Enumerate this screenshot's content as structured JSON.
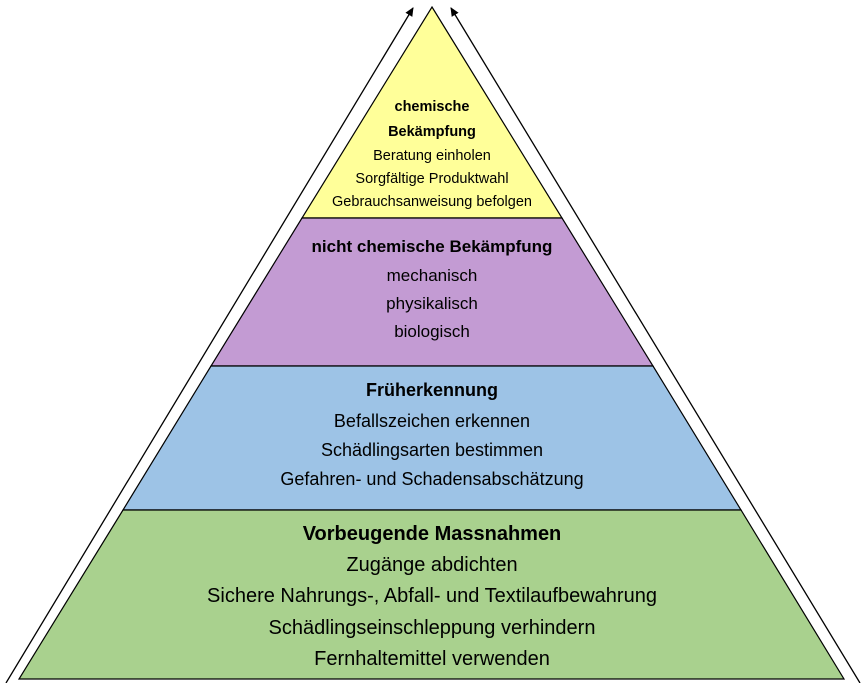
{
  "colors": {
    "top": "#FFFF99",
    "second": "#C39BD3",
    "third": "#9DC3E6",
    "base": "#A9D18E"
  },
  "levels": [
    {
      "title_line1": "chemische",
      "title_line2": "Bekämpfung",
      "items": [
        "Beratung einholen",
        "Sorgfältige Produktwahl",
        "Gebrauchsanweisung befolgen"
      ]
    },
    {
      "title": "nicht chemische Bekämpfung",
      "items": [
        "mechanisch",
        "physikalisch",
        "biologisch"
      ]
    },
    {
      "title": "Früherkennung",
      "items": [
        "Befallszeichen erkennen",
        "Schädlingsarten bestimmen",
        "Gefahren- und Schadensabschätzung"
      ]
    },
    {
      "title": "Vorbeugende Massnahmen",
      "items": [
        "Zugänge abdichten",
        "Sichere Nahrungs-, Abfall- und Textilaufbewahrung",
        "Schädlingseinschleppung verhindern",
        "Fernhaltemittel verwenden"
      ]
    }
  ]
}
